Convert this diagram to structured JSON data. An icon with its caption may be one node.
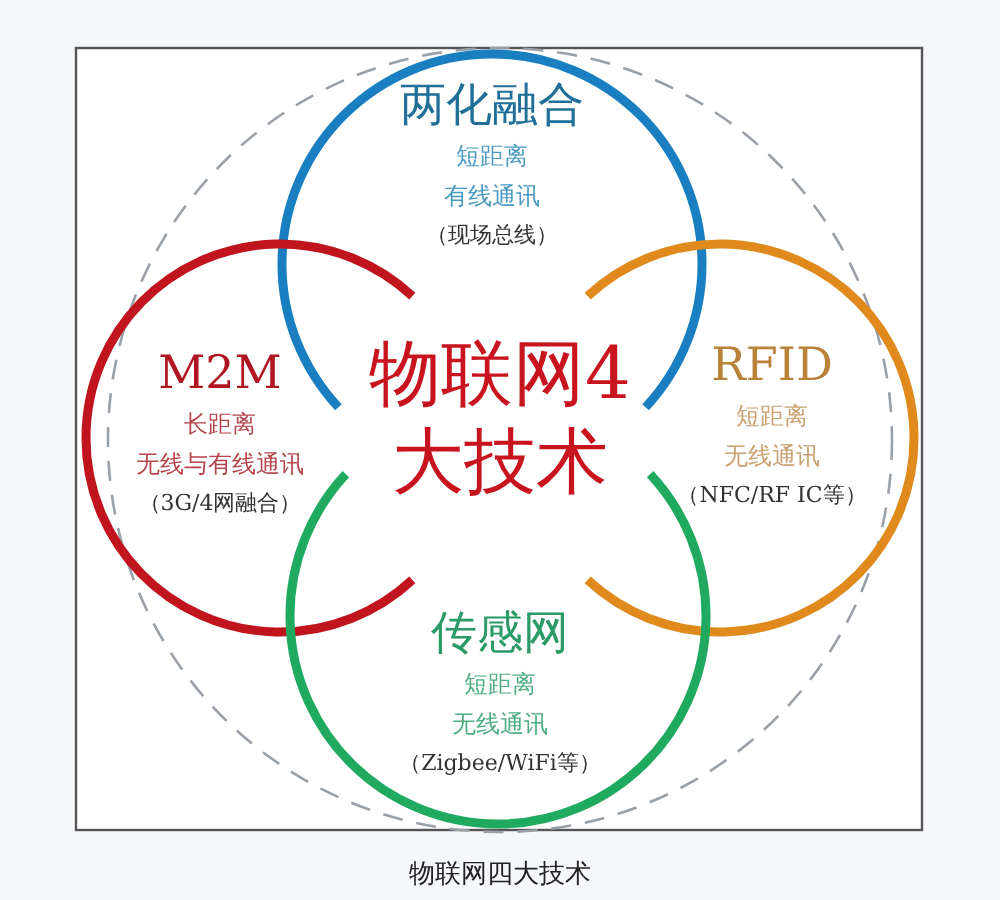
{
  "diagram": {
    "caption": "物联网四大技术",
    "nodes": [
      {
        "text": [
          "两化融合",
          "短距离",
          "有线通讯",
          "（现场总线）"
        ]
      },
      {
        "text": [
          "M2M",
          "长距离",
          "无线与有线通讯",
          "（3G/4网融合）"
        ]
      },
      {
        "text": [
          "RFID",
          "短距离",
          "无线通讯",
          "（NFC/RF IC等）"
        ]
      },
      {
        "text": [
          "传感网",
          "短距离",
          "无线通讯",
          "（Zigbee/WiFi等）"
        ]
      }
    ],
    "labels": [
      "物联网4大技术"
    ]
  }
}
